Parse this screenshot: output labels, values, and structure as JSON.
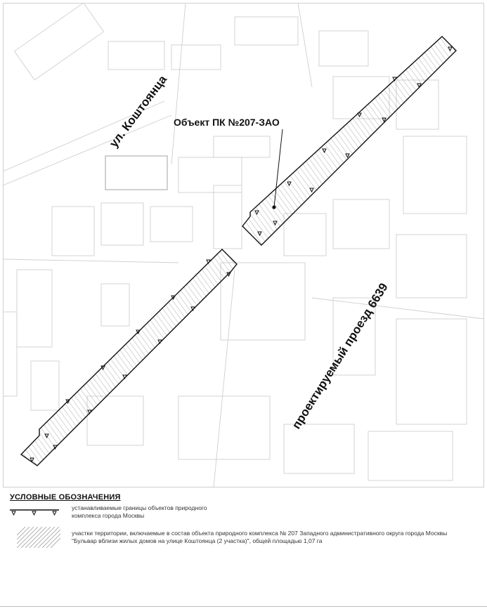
{
  "map": {
    "streets": {
      "koshtoyantsa": "ул. Коштоянца",
      "proezd": "проектируемый проезд 6639"
    },
    "object_label": "Объект ПК №207-ЗАО",
    "colors": {
      "background": "#ffffff",
      "building_lines": "#c8c8c8",
      "boundary": "#111111",
      "hatch": "#9a9a9a"
    }
  },
  "legend": {
    "title": "УСЛОВНЫЕ ОБОЗНАЧЕНИЯ",
    "items": [
      {
        "symbol": "boundary-line-with-triangles",
        "text": "устанавливаемые границы объектов природного комплекса города Москвы"
      },
      {
        "symbol": "diagonal-hatch",
        "text": "участки территории, включаемые в состав объекта природного комплекса № 207 Западного административного округа города Москвы \"Бульвар вблизи жилых домов на улице Коштоянца (2 участка)\", общей площадью 1,07 га"
      }
    ]
  }
}
